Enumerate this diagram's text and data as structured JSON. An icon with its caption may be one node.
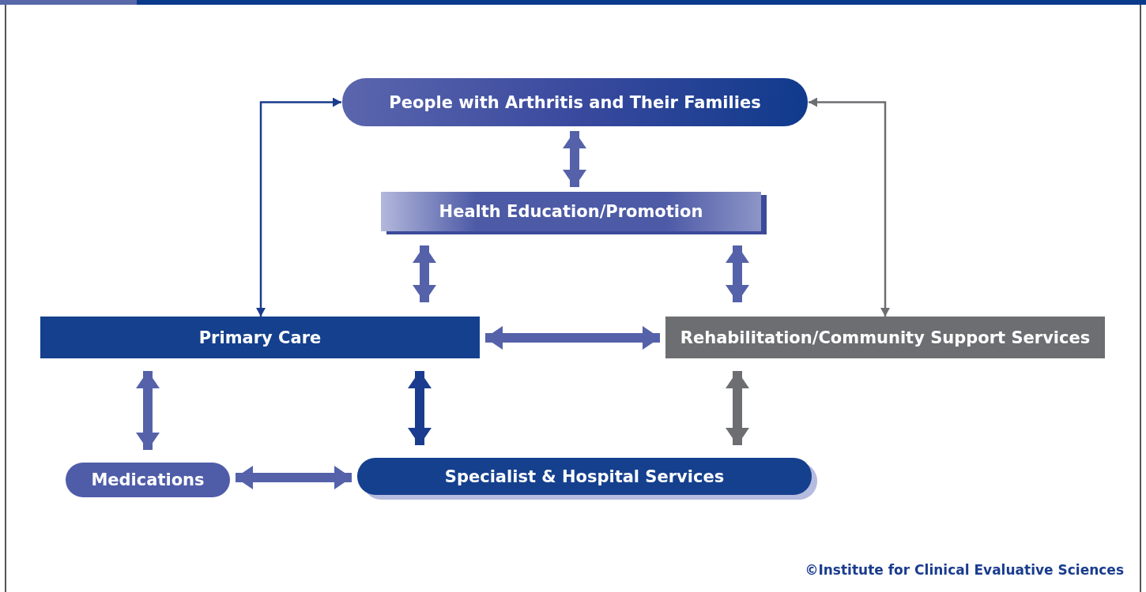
{
  "diagram": {
    "nodes": [
      {
        "text": [
          "People with Arthritis and Their Families"
        ]
      },
      {
        "text": [
          "Health Education/Promotion"
        ]
      },
      {
        "text": [
          "Primary Care"
        ]
      },
      {
        "text": [
          "Rehabilitation/Community Support Services"
        ]
      },
      {
        "text": [
          "Medications"
        ]
      },
      {
        "text": [
          "Specialist & Hospital Services"
        ]
      }
    ],
    "edges": [
      {
        "from": 2,
        "to": 0,
        "arrow": "both",
        "color": "#1a3c8e"
      },
      {
        "from": 3,
        "to": 0,
        "arrow": "both",
        "color": "#6d6e71"
      },
      {
        "from": 0,
        "to": 1,
        "arrow": "both"
      },
      {
        "from": 1,
        "to": 2,
        "arrow": "both"
      },
      {
        "from": 1,
        "to": 3,
        "arrow": "both"
      },
      {
        "from": 2,
        "to": 3,
        "arrow": "both"
      },
      {
        "from": 2,
        "to": 4,
        "arrow": "both"
      },
      {
        "from": 2,
        "to": 5,
        "arrow": "both",
        "color": "#1a3c8e"
      },
      {
        "from": 3,
        "to": 5,
        "arrow": "both",
        "color": "#6d6e71"
      },
      {
        "from": 4,
        "to": 5,
        "arrow": "both"
      }
    ],
    "labels": [
      "©Institute for Clinical Evaluative Sciences"
    ]
  }
}
